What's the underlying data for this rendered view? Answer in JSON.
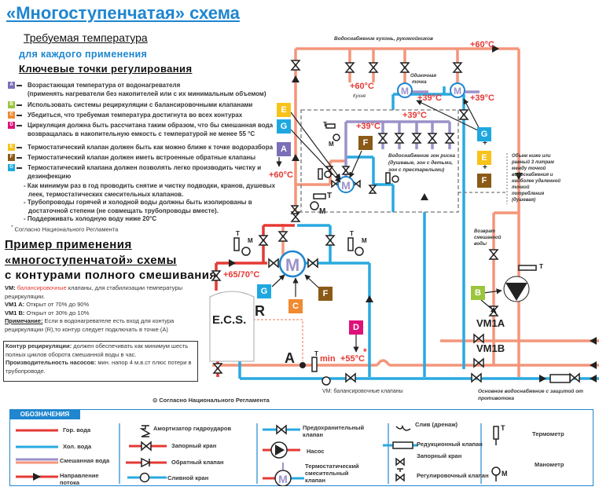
{
  "header": {
    "title": "«Многоступенчатая» схема",
    "subtitle1": "Требуемая температура",
    "subtitle2": "для каждого применения",
    "subtitle3": "Ключевые точки регулирования"
  },
  "colors": {
    "hot": "#e53935",
    "cold": "#29a9e0",
    "mixed_purple": "#9b92c9",
    "mixed_salmon": "#f4957a",
    "title_blue": "#1f86d0",
    "badge_A": "#7b6fb8",
    "badge_B": "#9bc53d",
    "badge_C": "#f08a32",
    "badge_D": "#e0107a",
    "badge_E": "#f7c21a",
    "badge_F": "#8b5a17",
    "badge_G": "#1fa8e0"
  },
  "key_points": [
    {
      "badge": "A",
      "text": "Возрастающая температура от водонагревателя",
      "text2": "(применять нагреватели без накопителей или с их минимальным объемом)"
    },
    {
      "badge": "B",
      "text": "Использовать системы рециркуляции с балансировочными клапанами",
      "text2": ""
    },
    {
      "badge": "C",
      "text": "Убедиться, что требуемая температура достигнута во всех контурах",
      "text2": ""
    },
    {
      "badge": "D",
      "text": "Циркуляция должна быть рассчитана таким образом, что бы смешанная вода",
      "text2": "возвращалась в накопительную емкость с температурой не менее 55 °C"
    },
    {
      "badge": "E",
      "text": "Термостатический клапан должен быть как можно ближе к точке водоразбора",
      "text2": ""
    },
    {
      "badge": "F",
      "text": "Термостатический клапан должен иметь встроенные обратные клапаны",
      "text2": ""
    },
    {
      "badge": "G",
      "text": "Термостатический клапана должен позволять легко производить чистку и",
      "text2": "дезинфекцию"
    }
  ],
  "notes": [
    {
      "text": "Как минимум раз в год проводить снятие и чистку подводки, кранов, душевых",
      "text2": "леек, термостатических смесительных клапанов."
    },
    {
      "text": "Трубопроводы горячей и холодной воды должны быть изолированы в",
      "text2": "достаточной степени (не совмещать трубопроводы вместе)."
    },
    {
      "text": "Поддерживать холодную воду ниже 20°C",
      "text2": ""
    }
  ],
  "footnote": "Согласно Национального Регламента",
  "example": {
    "title1": "Пример применения",
    "title2": "«многоступенчатой» схемы",
    "title3": "с контурами полного смешивания",
    "vm_label": "VM:",
    "vm_red": "балансировочные",
    "vm_rest": "клапаны, для стабилизации температуры",
    "vm_rest2": "рециркуляции.",
    "vm1a_label": "VM1 A:",
    "vm1a_text": "Открыт от 70% до 90%",
    "vm1b_label": "VM1 B:",
    "vm1b_text": "Открыт от 30% до 10%",
    "note_label": "Примечание:",
    "note_text": "Если в водонагревателе есть вход для контура",
    "note_text2": "рециркуляции (R),то контур следует подключать в точке (A)"
  },
  "info_box": {
    "label1": "Контур рециркуляции:",
    "text1": "должен обеспечивать как минимум шесть",
    "text1b": "полных циклов оборота смешанной воды в час.",
    "label2": "Производительность насосов:",
    "text2": "мин. напор 4 м.в.ст плюс потери в",
    "text2b": "трубопроводе."
  },
  "diagram": {
    "kitchen_supply": "Водоснабжение кухонь, рукомойников",
    "temp_60_top": "+60°C",
    "temp_60_kitchen": "+60°C",
    "kitchen": "Кухня",
    "single_point": "Одиночная",
    "single_point2": "точка",
    "temp_39_a": "+39°C",
    "temp_39_b": "+39°C",
    "temp_39_c": "+39°C",
    "temp_39_d": "+39°C",
    "temp_60_left": "+60°C",
    "risk_zone": "Водоснабжение зон риска",
    "risk_zone2": "(душевые, зон с детьми,",
    "risk_zone3": "зон с престарелыми)",
    "volume_note": [
      "Объем ниже или",
      "равный 3 литрам",
      "между точкой",
      "водоснабжения и",
      "наиболее удаленной",
      "точкой",
      "потребления",
      "(душевая)"
    ],
    "return_mixed": [
      "Возврат",
      "смешанной",
      "воды"
    ],
    "temp_hot": "+65/70°C",
    "ecs": "E.C.S.",
    "R": "R",
    "A": "A",
    "min": "min",
    "temp_55": "+55°C",
    "asterisk": "*",
    "vm1a": "VM1A",
    "vm1b": "VM1B",
    "vm_balancing": "VM: балансировочные клапаны",
    "main_supply": "Основное водоснабжение с защитой от",
    "main_supply2": "противотока",
    "footnote2": "Согласно Национального Регламента",
    "T": "T",
    "M": "M",
    "plus": "+"
  },
  "legend": {
    "title": "ОБОЗНАЧЕНИЯ",
    "hot_water": "Гор. вода",
    "cold_water": "Хол. вода",
    "mixed_water": "Смешанная вода",
    "flow_direction": "Направление",
    "flow_direction2": "потока",
    "water_hammer": "Амортизатор гидроударов",
    "shutoff_valve": "Запорный кран",
    "check_valve": "Обратный клапан",
    "drain_valve": "Сливной кран",
    "safety_valve": "Предохранительный",
    "safety_valve2": "клапан",
    "pump": "Насос",
    "thermo_mixing": "Термостатический",
    "thermo_mixing2": "смесительный",
    "thermo_mixing3": "клапан",
    "drain": "Слив (дренаж)",
    "reduction_valve": "Редукционный клапан",
    "shutoff_valve2": "Запорный кран",
    "regulating_valve": "Регулировочный клапан",
    "thermometer": "Термометр",
    "manometer": "Манометр",
    "M": "M",
    "T": "T"
  }
}
